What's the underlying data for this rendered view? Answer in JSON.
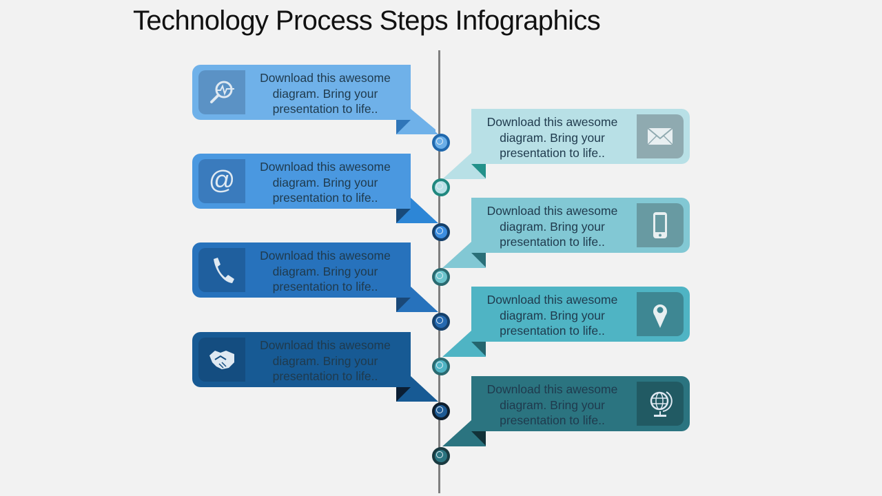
{
  "title": "Technology Process Steps Infographics",
  "steps": [
    {
      "side": "left",
      "text": "Download this awesome diagram. Bring your presentation to life..",
      "icon": "magnifier-pulse-icon",
      "color": "#6fb1e9",
      "icon_bg": "#5b92c5",
      "fold": "#2f75b8"
    },
    {
      "side": "right",
      "text": "Download this awesome diagram. Bring your presentation to life..",
      "icon": "envelope-icon",
      "color": "#b8e0e6",
      "icon_bg": "#8faab0",
      "fold": "#23918a"
    },
    {
      "side": "left",
      "text": "Download this awesome diagram. Bring your presentation to life..",
      "icon": "at-sign-icon",
      "color": "#4a98e0",
      "icon_bg": "#3a7bbd",
      "fold": "#184a7a"
    },
    {
      "side": "right",
      "text": "Download this awesome diagram. Bring your presentation to life..",
      "icon": "smartphone-icon",
      "color": "#82c8d4",
      "icon_bg": "#689aa2",
      "fold": "#2a6f78"
    },
    {
      "side": "left",
      "text": "Download this awesome diagram. Bring your presentation to life..",
      "icon": "phone-handset-icon",
      "color": "#2772bc",
      "icon_bg": "#1f5f9e",
      "fold": "#1a4878"
    },
    {
      "side": "right",
      "text": "Download this awesome diagram. Bring your presentation to life..",
      "icon": "map-pin-icon",
      "color": "#4fb4c4",
      "icon_bg": "#3e8793",
      "fold": "#24656e"
    },
    {
      "side": "left",
      "text": "Download this awesome diagram. Bring your presentation to life..",
      "icon": "handshake-icon",
      "color": "#175a94",
      "icon_bg": "#144d80",
      "fold": "#0b1e33"
    },
    {
      "side": "right",
      "text": "Download this awesome diagram. Bring your presentation to life..",
      "icon": "globe-icon",
      "color": "#2b7480",
      "icon_bg": "#215a63",
      "fold": "#123238"
    }
  ],
  "nodes": [
    {
      "ring": "#2068ad",
      "center": "#6aaee8"
    },
    {
      "ring": "#20887f",
      "center": "#b8e0e6"
    },
    {
      "ring": "#16406a",
      "center": "#3d8ee0"
    },
    {
      "ring": "#2a6a70",
      "center": "#6cc4cc"
    },
    {
      "ring": "#16406a",
      "center": "#2569b0"
    },
    {
      "ring": "#2a6a70",
      "center": "#4fb4c4"
    },
    {
      "ring": "#0f1e2c",
      "center": "#1d5a94"
    },
    {
      "ring": "#1a3a40",
      "center": "#2b7480"
    }
  ]
}
